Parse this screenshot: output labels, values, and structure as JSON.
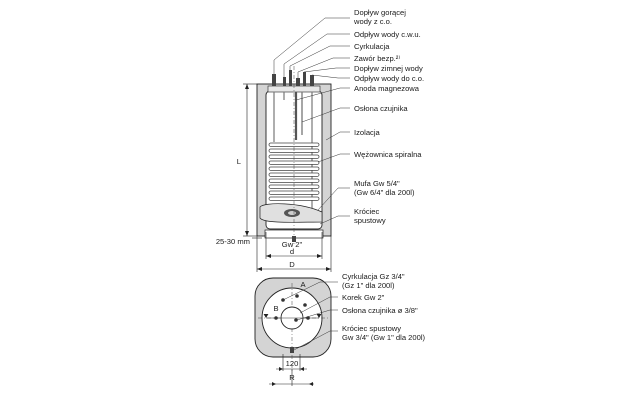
{
  "labels": {
    "hot_inlet_1": "Dopływ gorącej",
    "hot_inlet_2": "wody z c.o.",
    "dhw_outlet": "Odpływ wody c.w.u.",
    "circulation": "Cyrkulacja",
    "safety_valve": "Zawór bezp.²⁾",
    "cold_inlet": "Dopływ zimnej wody",
    "heating_return": "Odpływ wody do c.o.",
    "anode": "Anoda magnezowa",
    "sensor_sleeve": "Osłona czujnika",
    "insulation": "Izolacja",
    "coil": "Wężownica spiralna",
    "sleeve_1": "Mufa Gw 5/4\"",
    "sleeve_2": "(Gw 6/4\" dla 200l)",
    "drain_1": "Króciec",
    "drain_2": "spustowy",
    "top_circ_1": "Cyrkulacja Gz 3/4\"",
    "top_circ_2": "(Gz 1\" dla 200l)",
    "top_plug": "Korek Gw 2\"",
    "top_sensor": "Osłona czujnika ø 3/8\"",
    "top_drain_1": "Króciec spustowy",
    "top_drain_2": "Gw 3/4\" (Gw 1\" dla 200l)"
  },
  "dimensions": {
    "L": "L",
    "gap": "25-30 mm",
    "gw2": "Gw 2\"",
    "d": "d",
    "D": "D",
    "spacing": "120",
    "R": "R",
    "A": "A",
    "B": "B"
  },
  "colors": {
    "jacket": "#d4d4d4",
    "outline": "#222222",
    "coil": "#555555",
    "tank": "#ffffff"
  }
}
